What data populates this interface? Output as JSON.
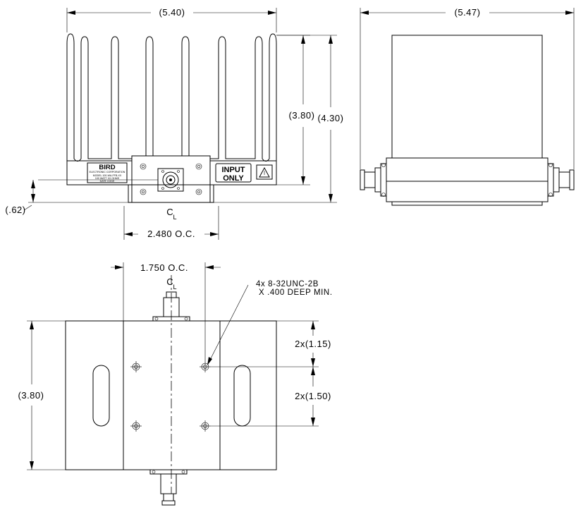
{
  "front_view": {
    "width_dim": "(5.40)",
    "fin_height_dim": "(3.80)",
    "total_height_dim": "(4.30)",
    "offset_dim": "(.62)",
    "mount_spacing_dim": "2.480 O.C.",
    "centerline_main": "C",
    "centerline_sub": "L",
    "label_brand": "BIRD",
    "label_line1": "ELECTRONIC CORPORATION",
    "label_line2": "MODEL 100-WA-FFB-XX",
    "label_line3": "100 WATT XX OHMS",
    "label_line4": "DATE CODE",
    "input_line1": "INPUT",
    "input_line2": "ONLY"
  },
  "side_view": {
    "width_dim": "(5.47)"
  },
  "bottom_view": {
    "hole_spacing_dim": "1.750 O.C.",
    "centerline_main": "C",
    "centerline_sub": "L",
    "thread_note_line1": "4x 8-32UNC-2B",
    "thread_note_line2": "X .400 DEEP MIN.",
    "height_dim": "(3.80)",
    "upper_spacing_dim": "2x(1.15)",
    "lower_spacing_dim": "2x(1.50)"
  }
}
